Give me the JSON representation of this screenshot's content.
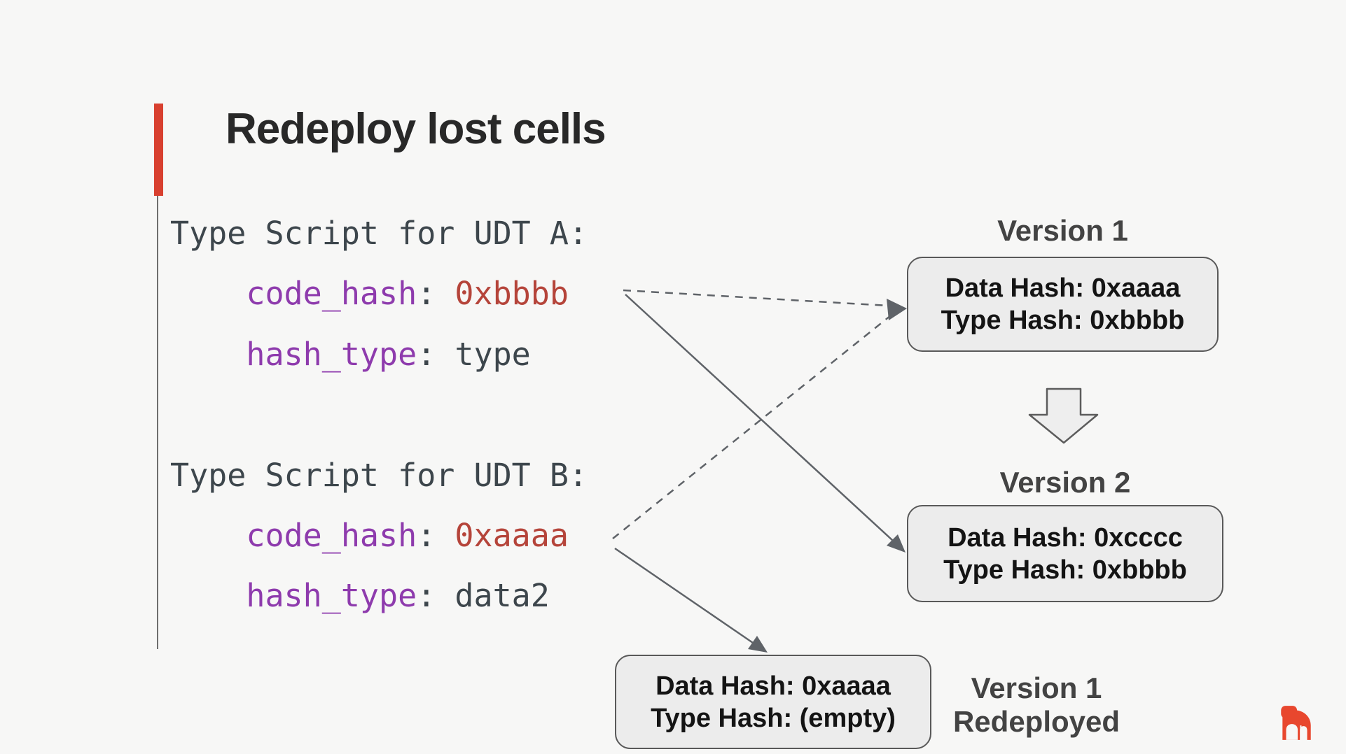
{
  "slide": {
    "title": "Redeploy lost cells",
    "background_color": "#f7f7f6",
    "accent_color": "#d8402f"
  },
  "code": {
    "colors": {
      "default": "#3d464c",
      "keyword": "#8e3bad",
      "value": "#b5443a"
    },
    "lines": [
      [
        {
          "t": "Type Script for UDT A:",
          "c": "default"
        }
      ],
      [
        {
          "t": "    ",
          "c": "default"
        },
        {
          "t": "code_hash",
          "c": "keyword"
        },
        {
          "t": ": ",
          "c": "default"
        },
        {
          "t": "0xbbbb",
          "c": "value"
        }
      ],
      [
        {
          "t": "    ",
          "c": "default"
        },
        {
          "t": "hash_type",
          "c": "keyword"
        },
        {
          "t": ": ",
          "c": "default"
        },
        {
          "t": "type",
          "c": "default"
        }
      ],
      [],
      [
        {
          "t": "Type Script for UDT B:",
          "c": "default"
        }
      ],
      [
        {
          "t": "    ",
          "c": "default"
        },
        {
          "t": "code_hash",
          "c": "keyword"
        },
        {
          "t": ": ",
          "c": "default"
        },
        {
          "t": "0xaaaa",
          "c": "value"
        }
      ],
      [
        {
          "t": "    ",
          "c": "default"
        },
        {
          "t": "hash_type",
          "c": "keyword"
        },
        {
          "t": ": ",
          "c": "default"
        },
        {
          "t": "data2",
          "c": "default"
        }
      ]
    ]
  },
  "diagram": {
    "version1": {
      "label": "Version 1",
      "data_hash": "Data Hash: 0xaaaa",
      "type_hash": "Type Hash: 0xbbbb"
    },
    "version2": {
      "label": "Version 2",
      "data_hash": "Data Hash: 0xcccc",
      "type_hash": "Type Hash: 0xbbbb"
    },
    "redeployed": {
      "label_line1": "Version 1",
      "label_line2": "Redeployed",
      "data_hash": "Data Hash: 0xaaaa",
      "type_hash": "Type Hash: (empty)"
    },
    "arrow_color": "#5f6368",
    "box_fill": "#ececec",
    "box_border": "#595959"
  },
  "logo": {
    "icon": "gorilla-logo",
    "color": "#e8472e"
  }
}
